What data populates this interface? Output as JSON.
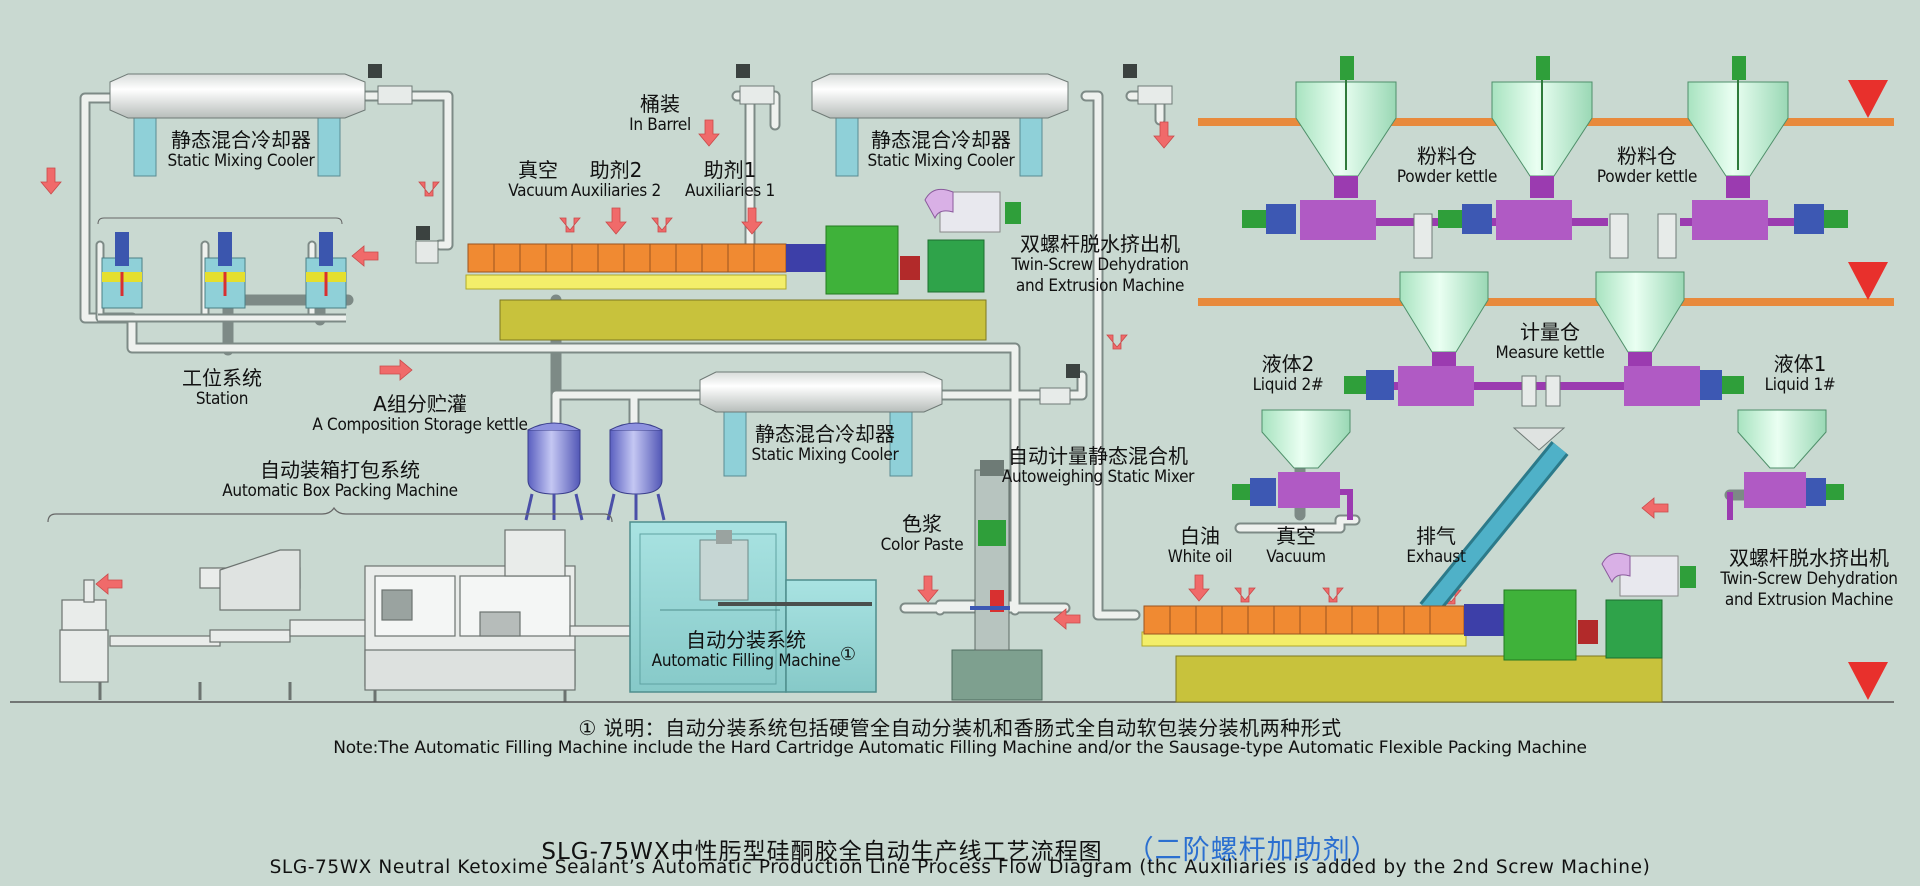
{
  "labels": {
    "cooler_1": {
      "zh": "静态混合冷却器",
      "en": "Static Mixing Cooler"
    },
    "cooler_2": {
      "zh": "静态混合冷却器",
      "en": "Static Mixing Cooler"
    },
    "cooler_3": {
      "zh": "静态混合冷却器",
      "en": "Static Mixing Cooler"
    },
    "in_barrel": {
      "zh": "桶装",
      "en": "In Barrel"
    },
    "vacuum_top": {
      "zh": "真空",
      "en": "Vacuum"
    },
    "auxiliaries_2": {
      "zh": "助剂2",
      "en": "Auxiliaries 2"
    },
    "auxiliaries_1": {
      "zh": "助剂1",
      "en": "Auxiliaries 1"
    },
    "twin_screw_1": {
      "zh": "双螺杆脱水挤出机",
      "en1": "Twin-Screw Dehydration",
      "en2": "and Extrusion Machine"
    },
    "twin_screw_2": {
      "zh": "双螺杆脱水挤出机",
      "en1": "Twin-Screw Dehydration",
      "en2": "and Extrusion Machine"
    },
    "station": {
      "zh": "工位系统",
      "en": "Station"
    },
    "storage": {
      "zh": "A组分贮灌",
      "en": "A Composition Storage kettle"
    },
    "box_packing": {
      "zh": "自动装箱打包系统",
      "en": "Automatic Box Packing Machine"
    },
    "color_paste": {
      "zh": "色浆",
      "en": "Color Paste"
    },
    "filling": {
      "zh": "自动分装系统",
      "en": "Automatic Filling Machine"
    },
    "filling_mark": "①",
    "autoweigh": {
      "zh": "自动计量静态混合机",
      "en": "Autoweighing Static Mixer"
    },
    "powder_1": {
      "zh": "粉料仓",
      "en": "Powder kettle"
    },
    "powder_2": {
      "zh": "粉料仓",
      "en": "Powder kettle"
    },
    "measure": {
      "zh": "计量仓",
      "en": "Measure kettle"
    },
    "liquid_2": {
      "zh": "液体2",
      "en": "Liquid 2#"
    },
    "liquid_1": {
      "zh": "液体1",
      "en": "Liquid 1#"
    },
    "white_oil": {
      "zh": "白油",
      "en": "White oil"
    },
    "vacuum_bottom": {
      "zh": "真空",
      "en": "Vacuum"
    },
    "exhaust": {
      "zh": "排气",
      "en": "Exhaust"
    }
  },
  "note": {
    "zh": "① 说明：自动分装系统包括硬管全自动分装机和香肠式全自动软包装分装机两种形式",
    "en": "Note:The Automatic Filling Machine include the Hard Cartridge Automatic Filling Machine and/or the Sausage-type Automatic Flexible Packing Machine"
  },
  "title": {
    "zh": "SLG-75WX中性肟型硅酮胶全自动生产线工艺流程图",
    "zh_accent": "（二阶螺杆加助剂）",
    "en": "SLG-75WX Neutral Ketoxime Sealant’s Automatic Production Line Process Flow Diagram (thc Auxiliaries is added by the 2nd Screw Machine)"
  },
  "colors": {
    "background": "#c9d9d1",
    "pipe": "#eef1ee",
    "pipe_outline": "#7d8a86",
    "arrow": "#f06a6a",
    "platform": "#e88a3c",
    "triangle": "#e8302c",
    "hopper": "#c7efd6",
    "motor": "#3d58b3",
    "motor_green": "#2f9f3a",
    "purple": "#9b3bb0",
    "barrel": "#f08a32",
    "base": "#c8c23c",
    "gearbox": "#3fb23a",
    "cooler_tank": "#8fd0d8",
    "filling_machine": "#98d9d8",
    "storage_tank": "#7a7fd6",
    "accent_text": "#2b6fd0"
  }
}
